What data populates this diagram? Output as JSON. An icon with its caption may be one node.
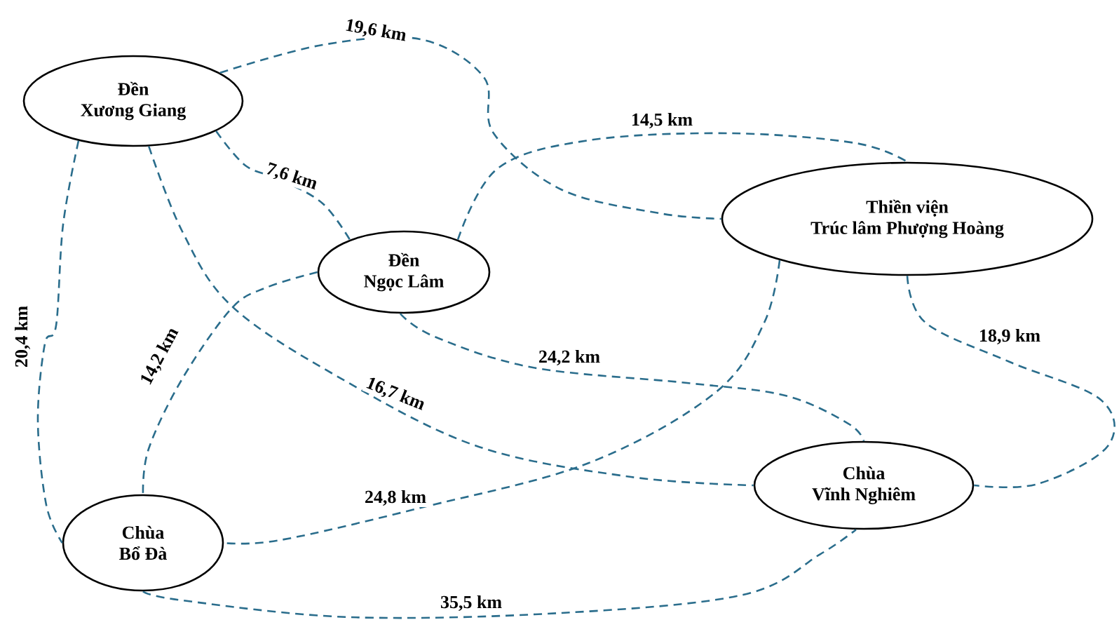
{
  "diagram": {
    "nodes": [
      {
        "text": [
          "Đền",
          "Xương Giang"
        ]
      },
      {
        "text": [
          "Thiền viện",
          "Trúc lâm Phượng Hoàng"
        ]
      },
      {
        "text": [
          "Đền",
          "Ngọc Lâm"
        ]
      },
      {
        "text": [
          "Chùa",
          "Vĩnh Nghiêm"
        ]
      },
      {
        "text": [
          "Chùa",
          "Bổ Đà"
        ]
      }
    ],
    "edges": [
      {
        "from": 0,
        "to": 1,
        "arrow": "none",
        "label": "19,6 km",
        "style": "dashed"
      },
      {
        "from": 0,
        "to": 2,
        "arrow": "none",
        "label": "7,6 km",
        "style": "dashed"
      },
      {
        "from": 2,
        "to": 1,
        "arrow": "none",
        "label": "14,5 km",
        "style": "dashed"
      },
      {
        "from": 0,
        "to": 4,
        "arrow": "none",
        "label": "20,4 km",
        "style": "dashed"
      },
      {
        "from": 0,
        "to": 3,
        "arrow": "none",
        "label": "16,7 km",
        "style": "dashed"
      },
      {
        "from": 2,
        "to": 4,
        "arrow": "none",
        "label": "14,2 km",
        "style": "dashed"
      },
      {
        "from": 2,
        "to": 3,
        "arrow": "none",
        "label": "24,2 km",
        "style": "dashed"
      },
      {
        "from": 1,
        "to": 3,
        "arrow": "none",
        "label": "18,9 km",
        "style": "dashed"
      },
      {
        "from": 1,
        "to": 4,
        "arrow": "none",
        "label": "24,8 km",
        "style": "dashed"
      },
      {
        "from": 4,
        "to": 3,
        "arrow": "none",
        "label": "35,5 km",
        "style": "dashed"
      }
    ]
  }
}
